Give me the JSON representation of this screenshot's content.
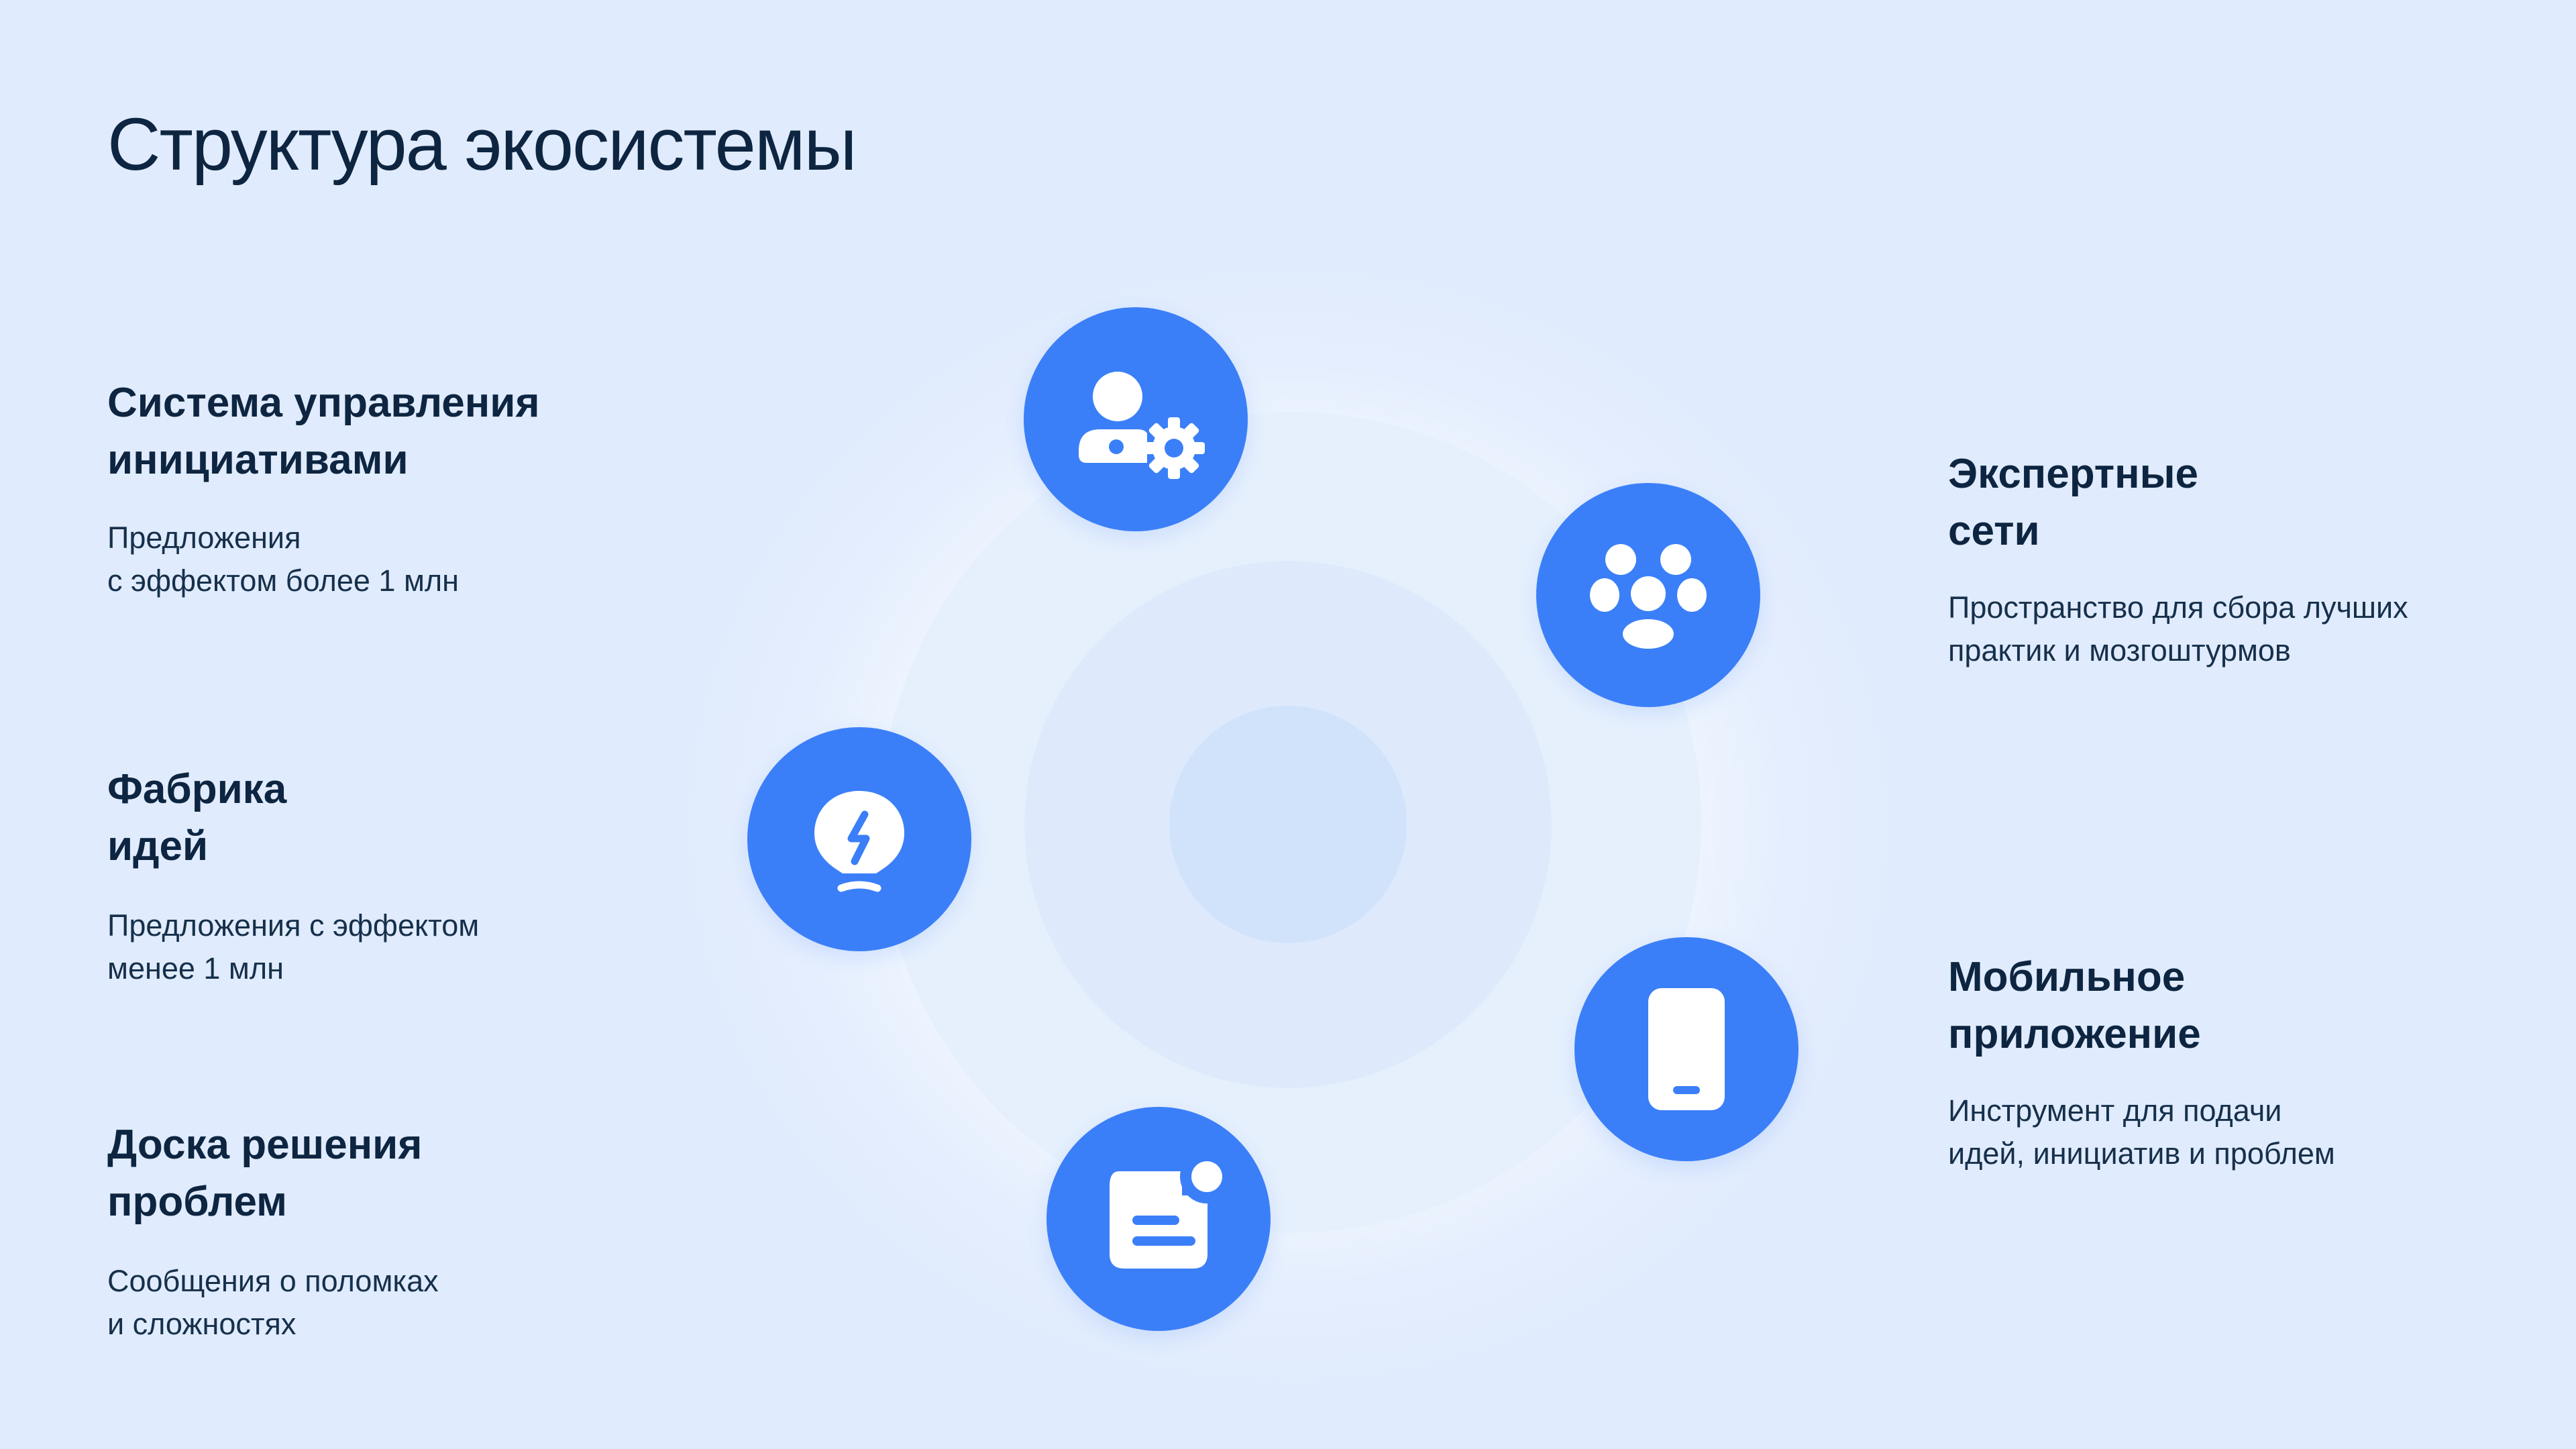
{
  "title": "Структура экосистемы",
  "colors": {
    "accent": "#3b7ff8",
    "background": "#e0ebfd",
    "text": "#0d2540"
  },
  "sections": {
    "management": {
      "heading": "Система управления\nинициативами",
      "description": "Предложения\nс эффектом более 1 млн",
      "icon": "user-gear-icon"
    },
    "ideas_factory": {
      "heading": "Фабрика\nидей",
      "description": "Предложения с эффектом\nменее 1 млн",
      "icon": "lightbulb-icon"
    },
    "problem_board": {
      "heading": "Доска решения\nпроблем",
      "description": "Сообщения о поломках\nи сложностях",
      "icon": "message-notification-icon"
    },
    "expert_networks": {
      "heading": "Экспертные\nсети",
      "description": "Пространство для сбора лучших\nпрактик и мозгоштурмов",
      "icon": "community-icon"
    },
    "mobile_app": {
      "heading": "Мобильное\nприложение",
      "description": "Инструмент для подачи\nидей, инициатив и проблем",
      "icon": "smartphone-icon"
    }
  }
}
